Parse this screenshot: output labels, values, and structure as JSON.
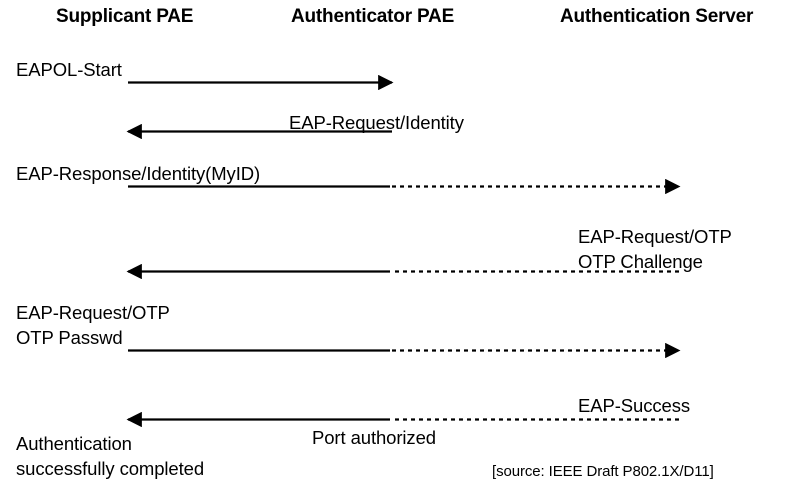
{
  "diagram": {
    "title_columns": [
      {
        "name": "supplicant",
        "label": "Supplicant PAE"
      },
      {
        "name": "authenticator",
        "label": "Authenticator PAE"
      },
      {
        "name": "auth-server",
        "label": "Authentication Server"
      }
    ],
    "source_note": "[source: IEEE Draft P802.1X/D11]",
    "colors": {
      "line": "#000000",
      "text": "#000000",
      "background": "#ffffff"
    },
    "messages": [
      {
        "name": "eapol-start",
        "label": "EAPOL-Start"
      },
      {
        "name": "eap-request-identity",
        "label": "EAP-Request/Identity"
      },
      {
        "name": "eap-response-identity",
        "label": "EAP-Response/Identity(MyID)"
      },
      {
        "name": "eap-request-otp",
        "label": "EAP-Request/OTP"
      },
      {
        "name": "otp-challenge",
        "label": "OTP Challenge"
      },
      {
        "name": "eap-request-otp-2",
        "label": "EAP-Request/OTP"
      },
      {
        "name": "otp-passwd",
        "label": "OTP Passwd"
      },
      {
        "name": "eap-success",
        "label": "EAP-Success"
      },
      {
        "name": "port-authorized",
        "label": "Port authorized"
      },
      {
        "name": "authentication-line-1",
        "label": "Authentication"
      },
      {
        "name": "authentication-line-2",
        "label": "successfully completed"
      }
    ]
  }
}
